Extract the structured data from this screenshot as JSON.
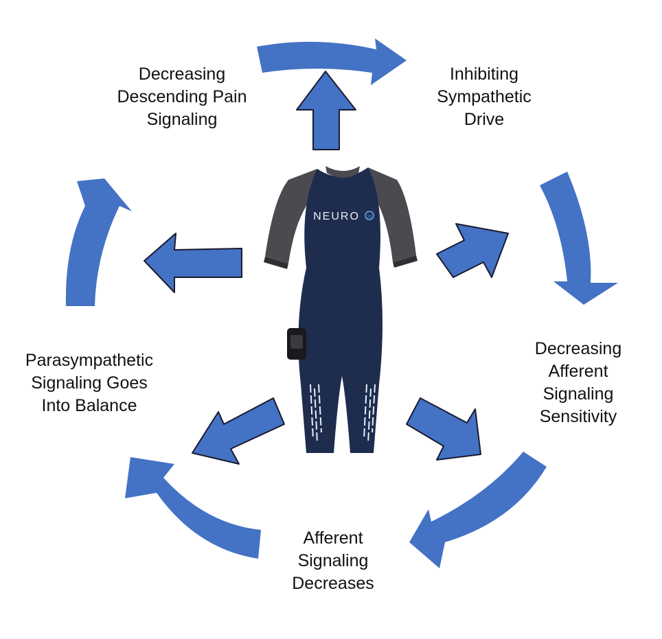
{
  "colors": {
    "arrow_fill": "#4472C4",
    "arrow_outline": "#1A1A2E",
    "suit_body": "#1E2D4E",
    "suit_sleeve": "#4A4A4F",
    "suit_accent": "#E8EEF7",
    "brand_accent": "#5A8BD6"
  },
  "suit": {
    "brand": "NEURO",
    "brand_suffix": "20"
  },
  "labels": {
    "top_left": "Decreasing\nDescending Pain\nSignaling",
    "top_right": "Inhibiting\nSympathetic\nDrive",
    "right": "Decreasing\nAfferent\nSignaling\nSensitivity",
    "bottom": "Afferent\nSignaling\nDecreases",
    "left": "Parasympathetic\nSignaling Goes\nInto Balance"
  }
}
